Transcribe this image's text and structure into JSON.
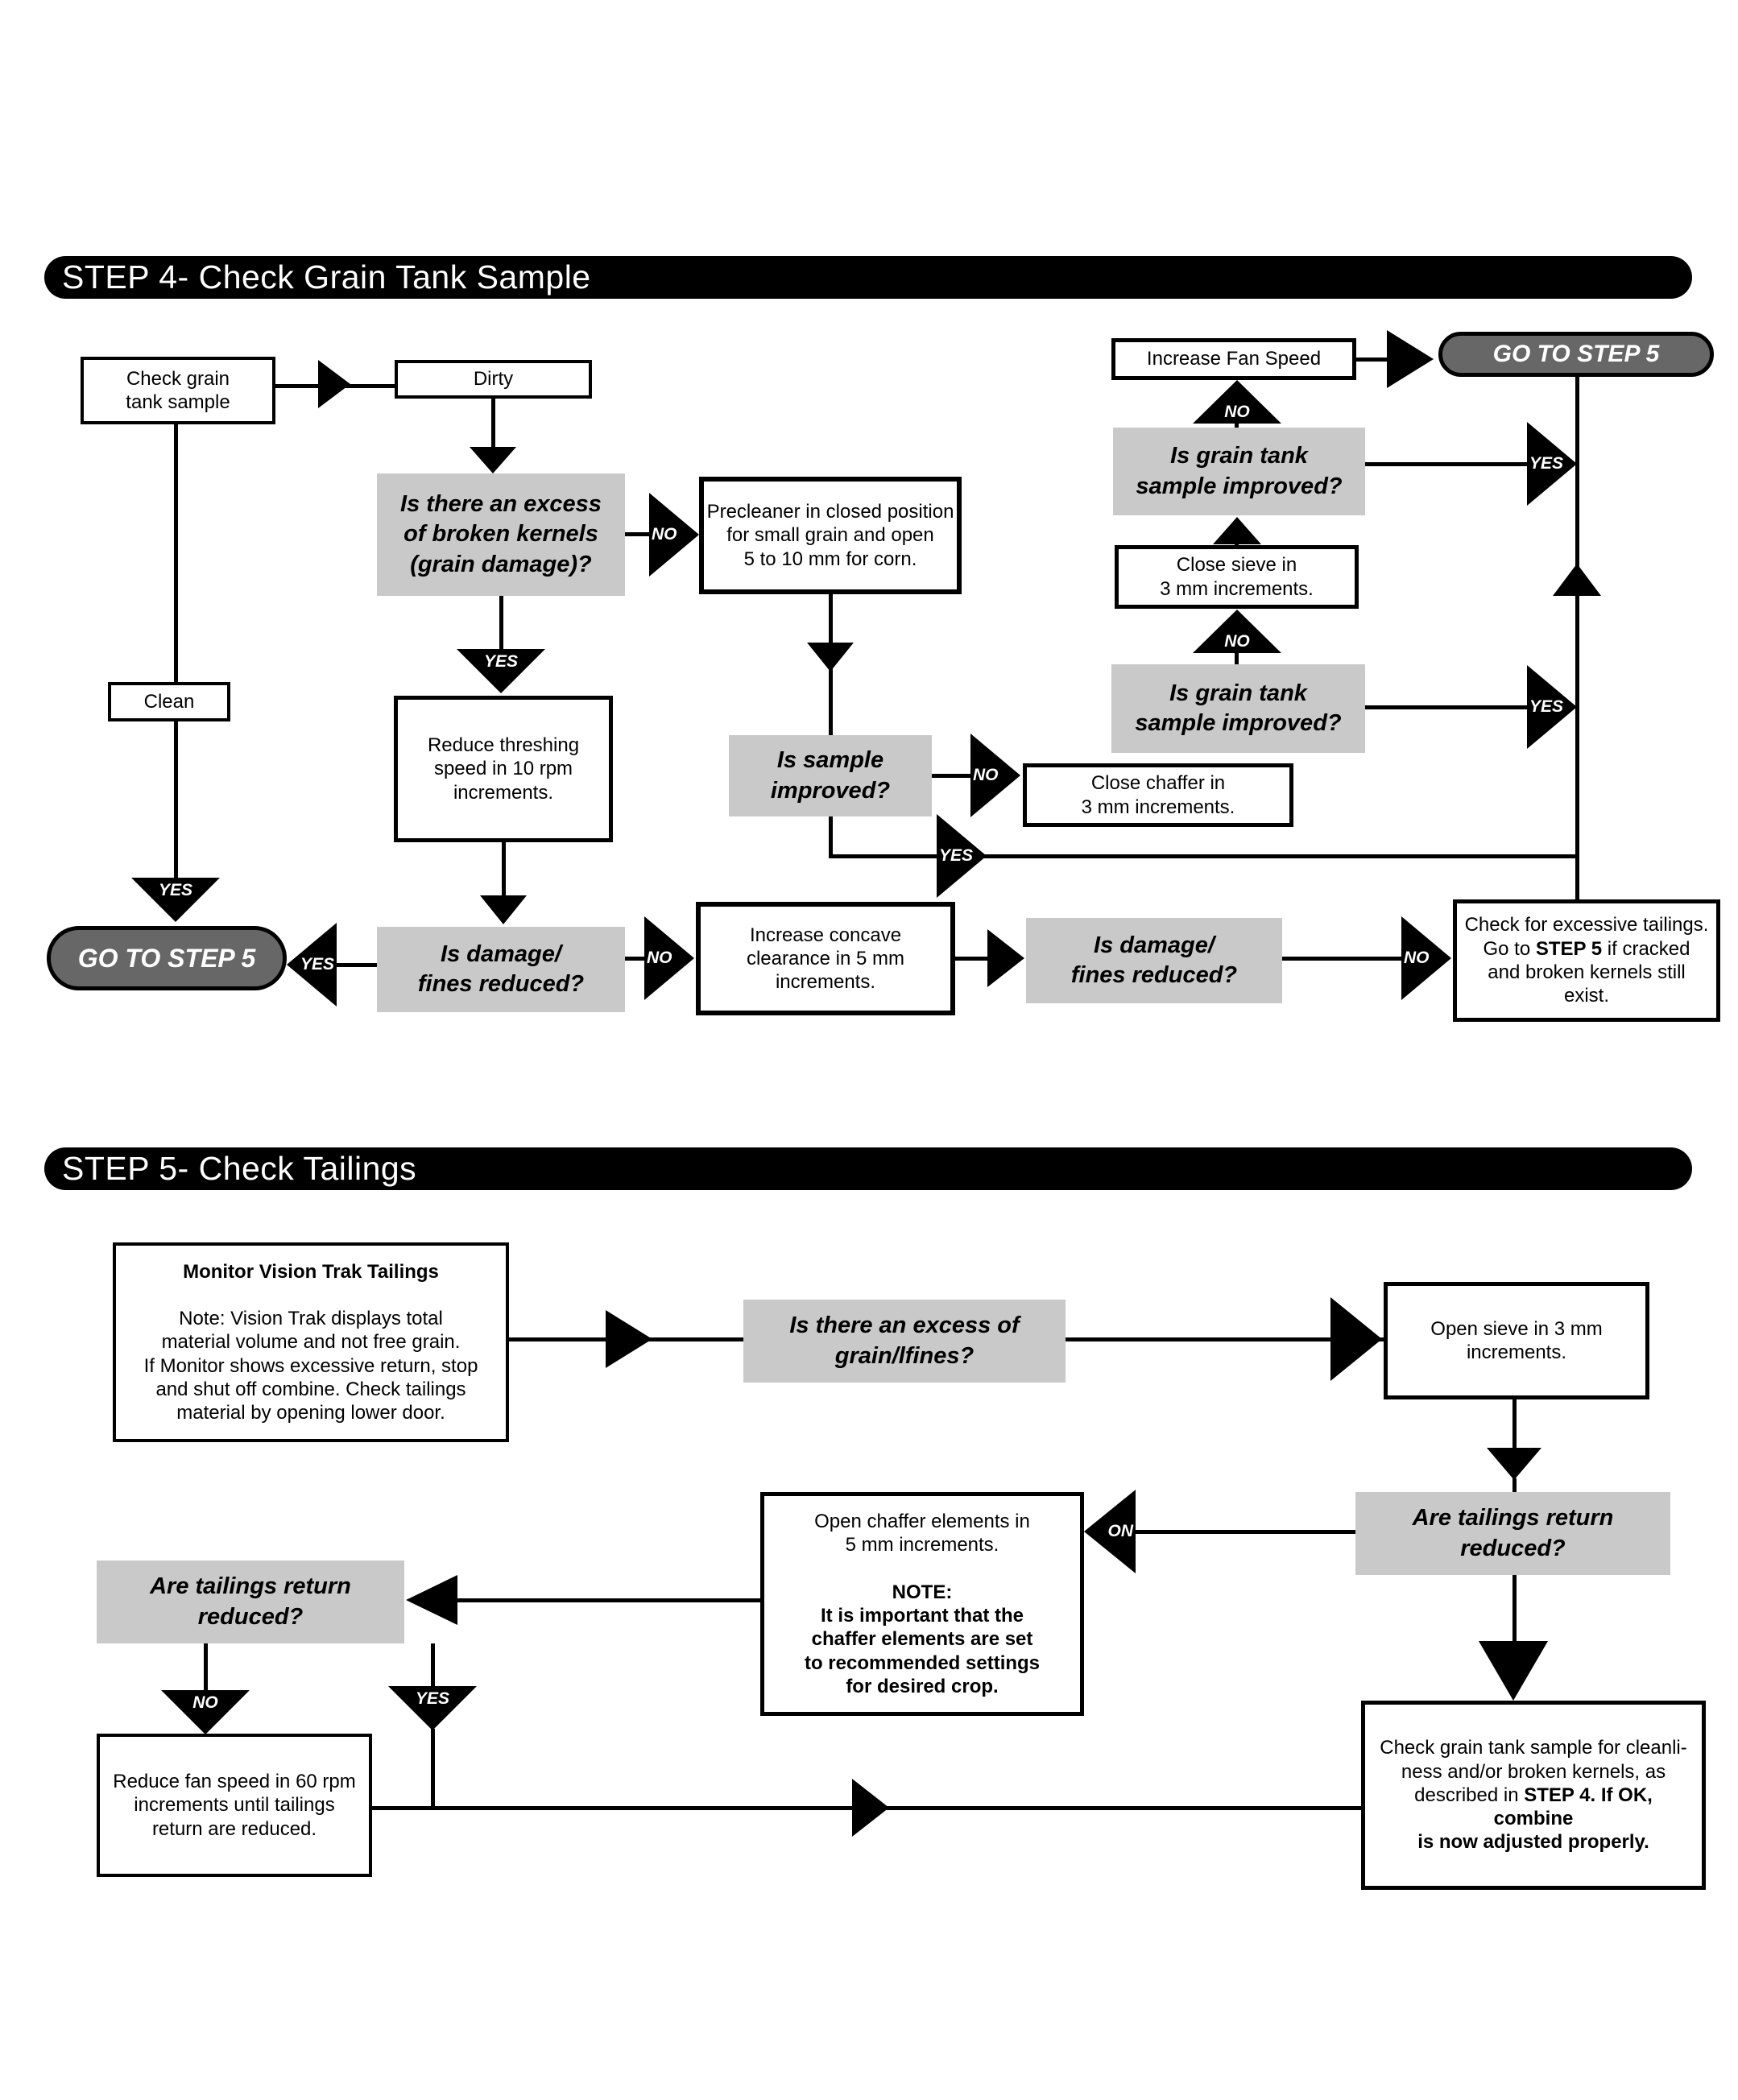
{
  "labels": {
    "yes": "YES",
    "no": "NO",
    "on": "ON"
  },
  "colors": {
    "decision_bg": "#c9c9c9",
    "pill_bg": "#676767",
    "header_bg": "#000000",
    "line": "#000000"
  },
  "step4": {
    "header": "STEP 4- Check Grain Tank Sample",
    "check_grain": "Check grain\ntank sample",
    "dirty": "Dirty",
    "clean": "Clean",
    "excess_kernels": "Is there an excess\nof broken kernels\n(grain damage)?",
    "precleaner": "Precleaner in closed position\nfor small grain and open\n5 to 10 mm for corn.",
    "reduce_threshing": "Reduce threshing\nspeed in 10 rpm\nincrements.",
    "goto_step5": "GO TO STEP 5",
    "damage_fines": "Is damage/\nfines reduced?",
    "increase_concave": "Increase concave\nclearance in 5 mm\nincrements.",
    "tailings_check_line1": "Check for excessive tailings.\nGo to ",
    "tailings_check_bold": "STEP 5",
    "tailings_check_rest": " if cracked\nand broken kernels still exist.",
    "increase_fan": "Increase Fan Speed",
    "sample_improved": "Is grain tank\nsample improved?",
    "close_sieve": "Close sieve in\n3 mm increments.",
    "is_sample_improved": "Is sample\nimproved?",
    "close_chaffer": "Close chaffer in\n3 mm increments."
  },
  "step5": {
    "header": "STEP 5- Check Tailings",
    "monitor_title": "Monitor Vision Trak Tailings",
    "monitor_body": "Note: Vision Trak displays total\nmaterial volume and not free grain.\nIf Monitor shows excessive return, stop\nand shut off combine. Check tailings\nmaterial by opening lower door.",
    "excess_fines": "Is there an excess of\ngrain/lfines?",
    "open_sieve": "Open sieve in 3 mm\nincrements.",
    "tailings_reduced_right": "Are tailings return\nreduced?",
    "open_chaffer_normal": "Open chaffer elements in\n5 mm increments.",
    "open_chaffer_bold": "NOTE:\nIt is important that the\nchaffer elements are set\nto recommended settings\nfor desired crop.",
    "tailings_reduced_left": "Are tailings return reduced?",
    "reduce_fan": "Reduce fan speed in 60 rpm\nincrements until tailings\nreturn are reduced.",
    "final_normal": "Check grain tank sample for cleanli-\nness and/or broken kernels, as\ndescribed in ",
    "final_bold": "STEP 4. If OK, combine\nis now adjusted properly."
  }
}
